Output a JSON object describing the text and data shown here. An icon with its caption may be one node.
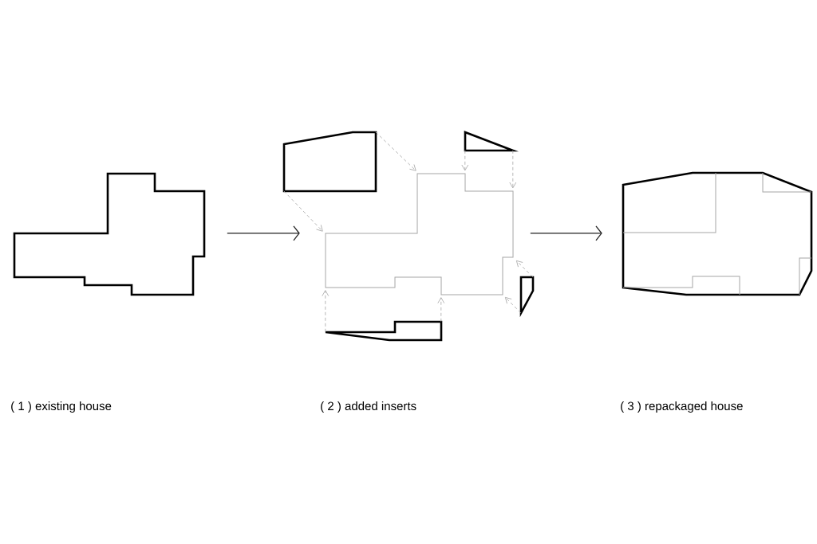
{
  "diagram": {
    "nodes": [
      {
        "text": [],
        "shape": "polygon"
      },
      {
        "text": [],
        "shape": "polygon"
      },
      {
        "text": [],
        "shape": "polygon"
      },
      {
        "text": [],
        "shape": "polygon"
      },
      {
        "text": [],
        "shape": "polygon"
      },
      {
        "text": [],
        "shape": "polygon"
      },
      {
        "text": [],
        "shape": "polygon"
      }
    ],
    "labels": [
      "( 1 ) existing house",
      "( 2 ) added inserts",
      "( 3 ) repackaged house"
    ],
    "edges": [
      {
        "from": 0,
        "to": 1,
        "arrow": "to",
        "color": "#222222"
      },
      {
        "from": 2,
        "to": 1,
        "arrow": "to",
        "style": "dashed"
      },
      {
        "from": 2,
        "to": 1,
        "arrow": "to",
        "style": "dashed"
      },
      {
        "from": 3,
        "to": 1,
        "arrow": "to",
        "style": "dashed"
      },
      {
        "from": 3,
        "to": 1,
        "arrow": "to",
        "style": "dashed"
      },
      {
        "from": 4,
        "to": 1,
        "arrow": "to",
        "style": "dashed"
      },
      {
        "from": 4,
        "to": 1,
        "arrow": "to",
        "style": "dashed"
      },
      {
        "from": 5,
        "to": 1,
        "arrow": "to",
        "style": "dashed"
      },
      {
        "from": 5,
        "to": 1,
        "arrow": "to",
        "style": "dashed"
      },
      {
        "from": 1,
        "to": 6,
        "arrow": "to",
        "color": "#222222"
      }
    ]
  }
}
